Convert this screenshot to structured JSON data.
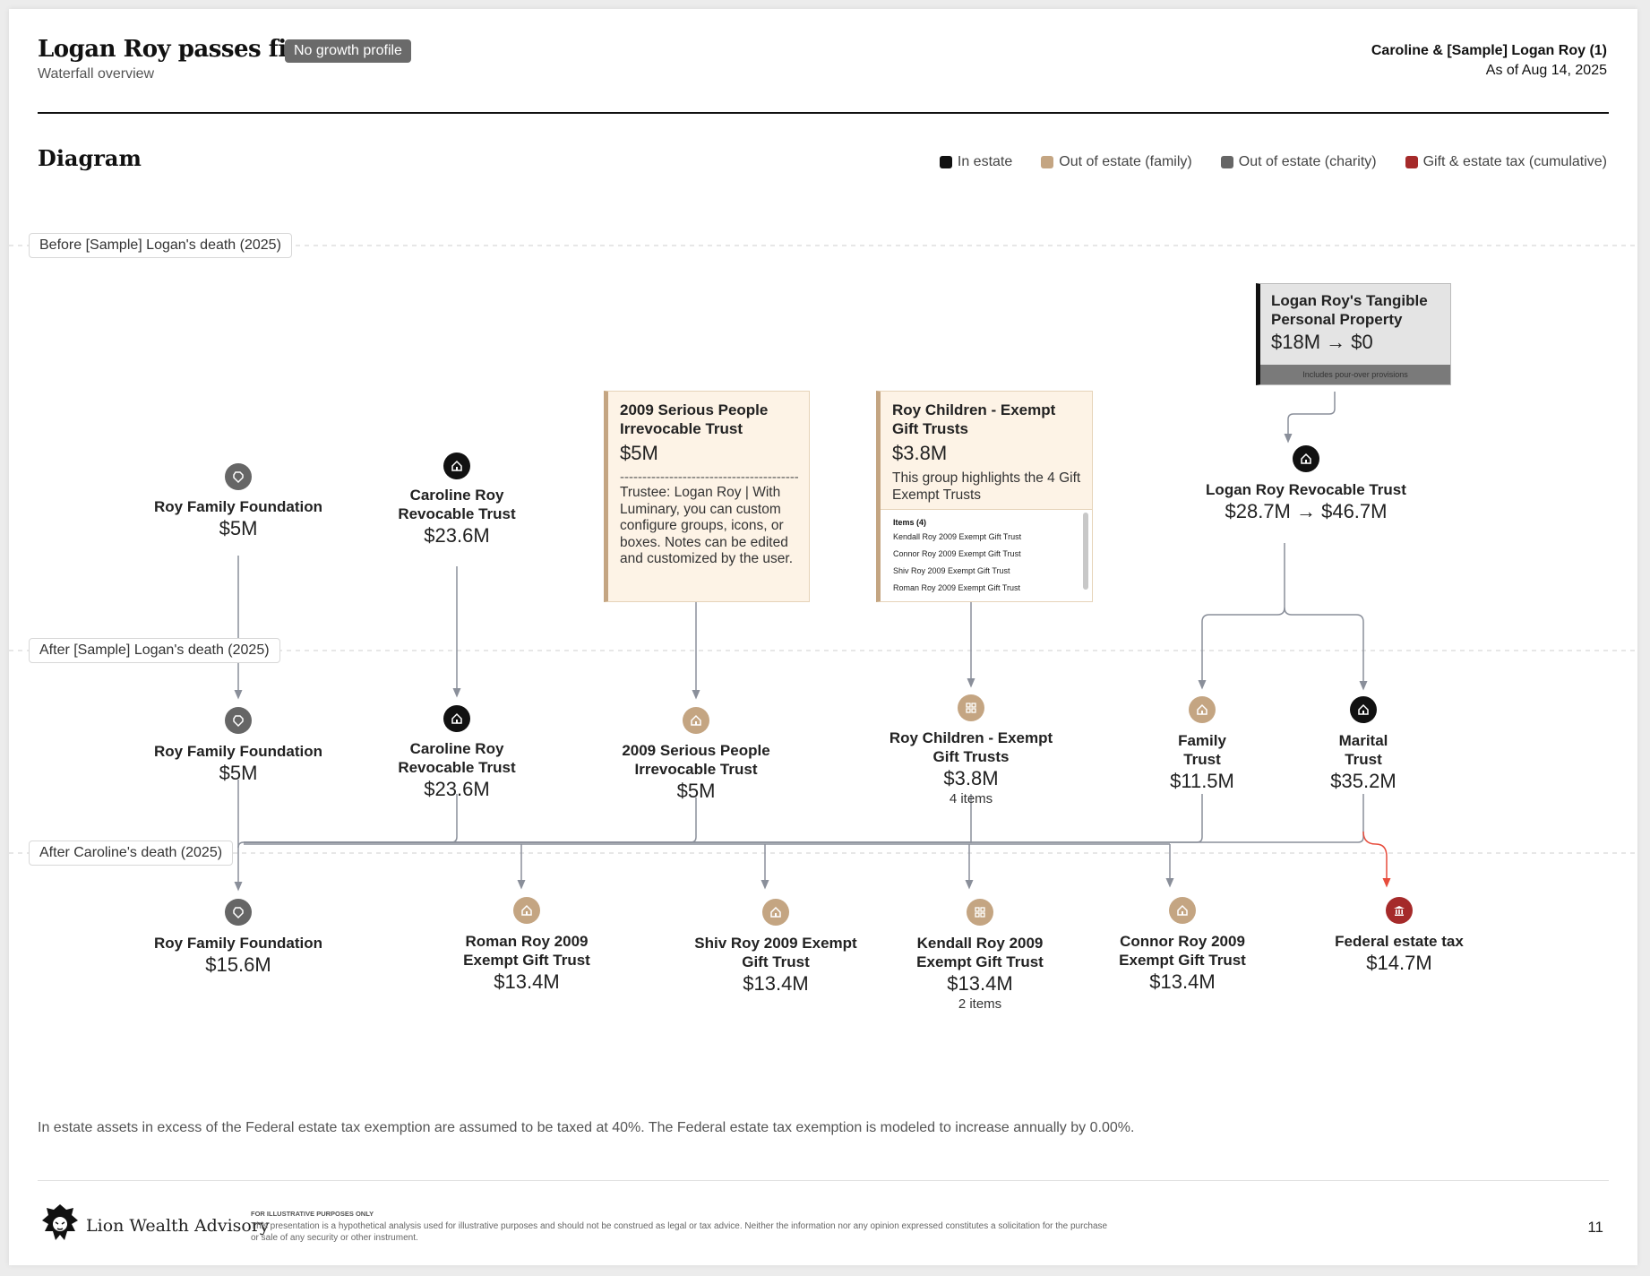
{
  "header": {
    "title": "Logan Roy passes first",
    "badge": "No growth profile",
    "subtitle": "Waterfall overview",
    "client": "Caroline & [Sample] Logan Roy (1)",
    "as_of": "As of Aug 14, 2025"
  },
  "section_title": "Diagram",
  "legend": [
    {
      "label": "In estate",
      "color": "#111111"
    },
    {
      "label": "Out of estate (family)",
      "color": "#c4a582"
    },
    {
      "label": "Out of estate (charity)",
      "color": "#666666"
    },
    {
      "label": "Gift & estate tax (cumulative)",
      "color": "#a52a2a"
    }
  ],
  "phases": [
    "Before [Sample] Logan's death (2025)",
    "After [Sample] Logan's death (2025)",
    "After Caroline's death (2025)"
  ],
  "phase1_nodes": {
    "rff": {
      "name": "Roy Family Foundation",
      "value": "$5M",
      "icon": "charity-icon"
    },
    "crt": {
      "name": "Caroline Roy Revocable Trust",
      "value": "$23.6M",
      "icon": "house-icon"
    },
    "lrt": {
      "name": "Logan Roy Revocable Trust",
      "value": "$28.7M → $46.7M",
      "icon": "house-icon"
    }
  },
  "notes": {
    "serious": {
      "title": "2009 Serious People Irrevocable Trust",
      "value": "$5M",
      "dashes": "-------------------------------------------",
      "text": "Trustee: Logan Roy | With Luminary, you can custom configure groups, icons, or boxes. Notes can be edited and customized by the user."
    },
    "children": {
      "title": "Roy Children - Exempt Gift Trusts",
      "value": "$3.8M",
      "text": "This group highlights the 4 Gift Exempt Trusts",
      "items_head": "Items (4)",
      "items": [
        "Kendall Roy 2009 Exempt Gift Trust",
        "Connor Roy 2009 Exempt Gift Trust",
        "Shiv Roy 2009 Exempt Gift Trust",
        "Roman Roy 2009 Exempt Gift Trust"
      ]
    },
    "tpp": {
      "title": "Logan Roy's Tangible Personal Property",
      "value": "$18M → $0",
      "footer": "Includes pour-over provisions"
    }
  },
  "phase2_nodes": {
    "rff": {
      "name": "Roy Family Foundation",
      "value": "$5M"
    },
    "crt": {
      "name": "Caroline Roy Revocable Trust",
      "value": "$23.6M"
    },
    "serious": {
      "name": "2009 Serious People Irrevocable Trust",
      "value": "$5M"
    },
    "children": {
      "name": "Roy Children - Exempt Gift Trusts",
      "value": "$3.8M",
      "extra": "4 items"
    },
    "family": {
      "name": "Family Trust",
      "value": "$11.5M"
    },
    "marital": {
      "name": "Marital Trust",
      "value": "$35.2M"
    }
  },
  "phase3_nodes": {
    "rff": {
      "name": "Roy Family Foundation",
      "value": "$15.6M"
    },
    "roman": {
      "name": "Roman Roy 2009 Exempt Gift Trust",
      "value": "$13.4M"
    },
    "shiv": {
      "name": "Shiv Roy 2009 Exempt Gift Trust",
      "value": "$13.4M"
    },
    "kendall": {
      "name": "Kendall Roy 2009 Exempt Gift Trust",
      "value": "$13.4M",
      "extra": "2 items"
    },
    "connor": {
      "name": "Connor Roy 2009 Exempt Gift Trust",
      "value": "$13.4M"
    },
    "tax": {
      "name": "Federal estate tax",
      "value": "$14.7M"
    }
  },
  "footnote": "In estate assets in excess of the Federal estate tax exemption are assumed to be taxed at 40%. The Federal estate tax exemption is modeled to increase annually by 0.00%.",
  "footer": {
    "firm": "Lion Wealth Advisory",
    "disclaimer_head": "FOR ILLUSTRATIVE PURPOSES ONLY",
    "disclaimer": "This presentation is a hypothetical analysis used for illustrative purposes and should not be construed as legal or tax advice. Neither the information nor any opinion expressed constitutes a solicitation for the purchase or sale of any security or other instrument.",
    "page_number": "11"
  }
}
